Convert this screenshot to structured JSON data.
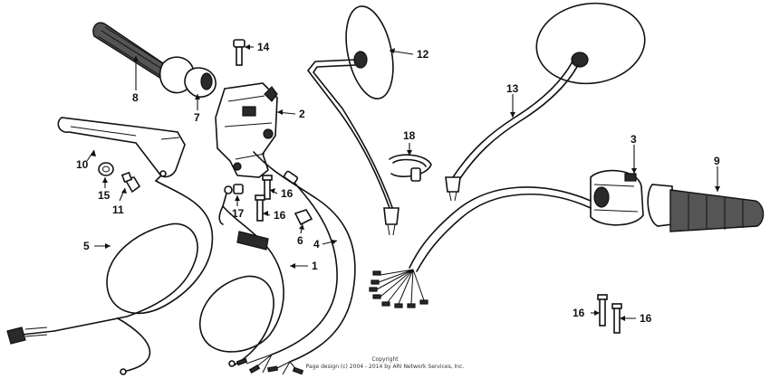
{
  "diagram": {
    "callouts": [
      {
        "id": "c14",
        "label": "14"
      },
      {
        "id": "c12",
        "label": "12"
      },
      {
        "id": "c8",
        "label": "8"
      },
      {
        "id": "c2",
        "label": "2"
      },
      {
        "id": "c13",
        "label": "13"
      },
      {
        "id": "c7",
        "label": "7"
      },
      {
        "id": "c18",
        "label": "18"
      },
      {
        "id": "c3",
        "label": "3"
      },
      {
        "id": "c9",
        "label": "9"
      },
      {
        "id": "c10",
        "label": "10"
      },
      {
        "id": "c15",
        "label": "15"
      },
      {
        "id": "c11",
        "label": "11"
      },
      {
        "id": "c16a",
        "label": "16"
      },
      {
        "id": "c17",
        "label": "17"
      },
      {
        "id": "c16b",
        "label": "16"
      },
      {
        "id": "c6",
        "label": "6"
      },
      {
        "id": "c4",
        "label": "4"
      },
      {
        "id": "c5",
        "label": "5"
      },
      {
        "id": "c1",
        "label": "1"
      },
      {
        "id": "c16c",
        "label": "16"
      },
      {
        "id": "c16d",
        "label": "16"
      }
    ],
    "copyright": {
      "line1": "Copyright",
      "line2": "Page design (c) 2004 - 2014 by ARI Network Services, Inc."
    }
  }
}
